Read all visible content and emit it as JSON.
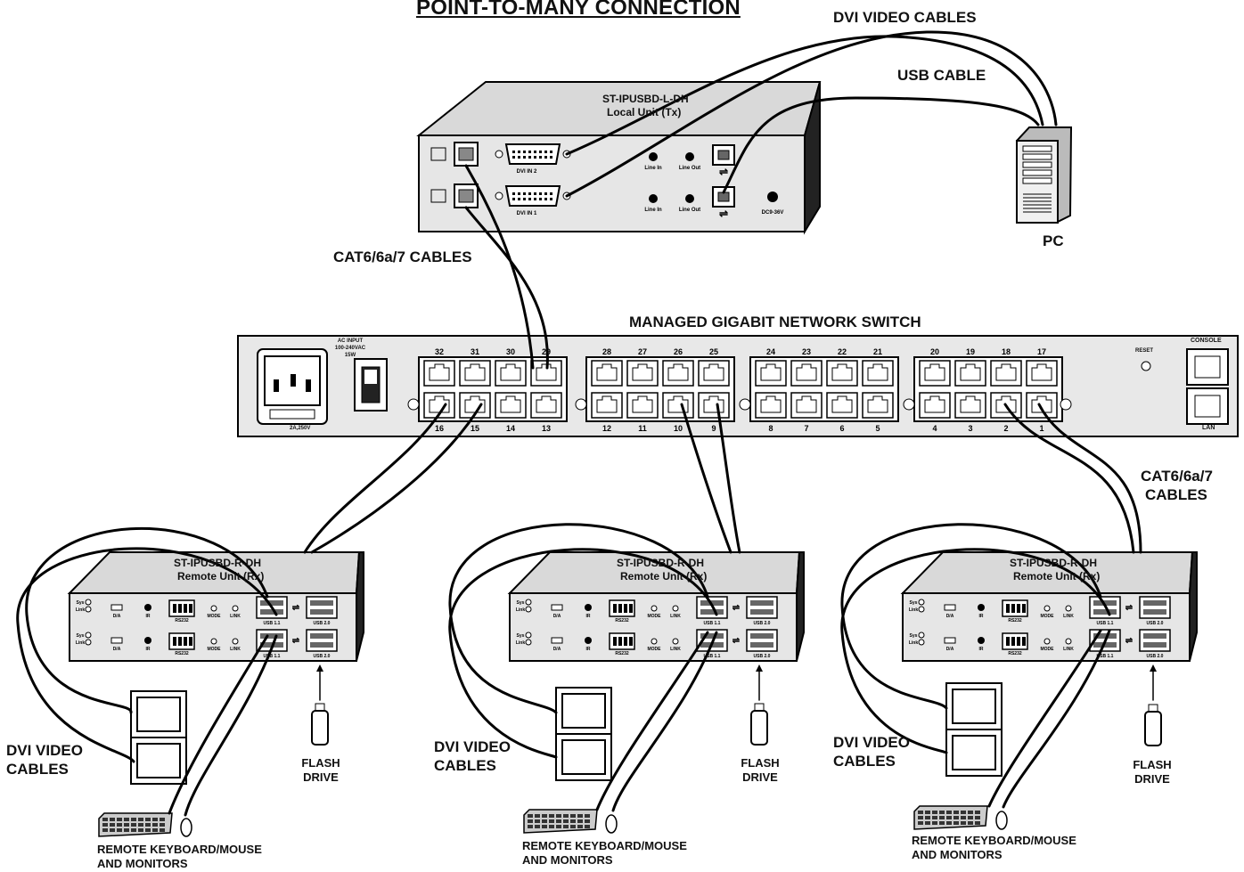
{
  "title": "POINT-TO-MANY CONNECTION",
  "labels": {
    "dvi_video_cables_top": "DVI VIDEO CABLES",
    "usb_cable": "USB CABLE",
    "pc": "PC",
    "cat_cables_top": "CAT6/6a/7 CABLES",
    "switch_title": "MANAGED GIGABIT NETWORK SWITCH",
    "cat_cables_right": [
      "CAT6/6a/7",
      "CABLES"
    ],
    "dvi_video_cables_bottom": [
      "DVI VIDEO",
      "CABLES"
    ],
    "dvi_video_cables_bottom_right": [
      "DVI  VIDEO",
      "CABLES"
    ],
    "flash_drive": [
      "FLASH",
      "DRIVE"
    ],
    "remote_kbm": [
      "REMOTE KEYBOARD/MOUSE",
      "AND MONITORS"
    ]
  },
  "local_unit": {
    "model": "ST-IPUSBD-L-DH",
    "subtitle": "Local Unit  (Tx)",
    "dvi_in_2": "DVI IN 2",
    "dvi_in_1": "DVI IN 1",
    "line_in": "Line In",
    "line_out": "Line Out",
    "power": "DC9-36V"
  },
  "switch": {
    "ac_input": [
      "AC INPUT",
      "100-240VAC",
      "15W"
    ],
    "fuse": "2A,250V",
    "reset": "RESET",
    "console": "CONSOLE",
    "lan": "LAN",
    "top_ports": [
      "32",
      "31",
      "30",
      "29",
      "28",
      "27",
      "26",
      "25",
      "24",
      "23",
      "22",
      "21",
      "20",
      "19",
      "18",
      "17"
    ],
    "bottom_ports": [
      "16",
      "15",
      "14",
      "13",
      "12",
      "11",
      "10",
      "9",
      "8",
      "7",
      "6",
      "5",
      "4",
      "3",
      "2",
      "1"
    ]
  },
  "remote_unit": {
    "model": "ST-IPUSBD-R-DH",
    "subtitle": "Remote Unit  (Rx)",
    "sys": "Sys",
    "link": "Link",
    "da": "D/A",
    "ir": "IR",
    "rs232": "RS232",
    "mode": "MODE",
    "link_led": "LINK",
    "usb11": "USB 1.1",
    "usb20": "USB 2.0"
  }
}
